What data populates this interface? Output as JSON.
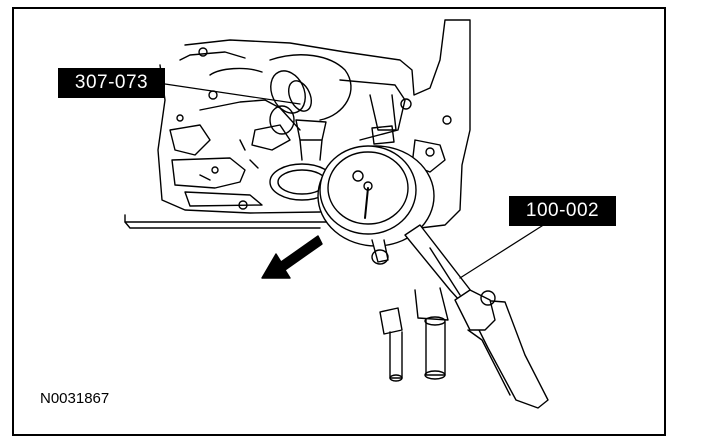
{
  "callouts": {
    "tool_1": "307-073",
    "tool_2": "100-002"
  },
  "figure_id": "N0031867",
  "colors": {
    "ink": "#000000",
    "paper": "#ffffff"
  },
  "icons": {
    "indicator_arrow": "arrow-icon"
  }
}
